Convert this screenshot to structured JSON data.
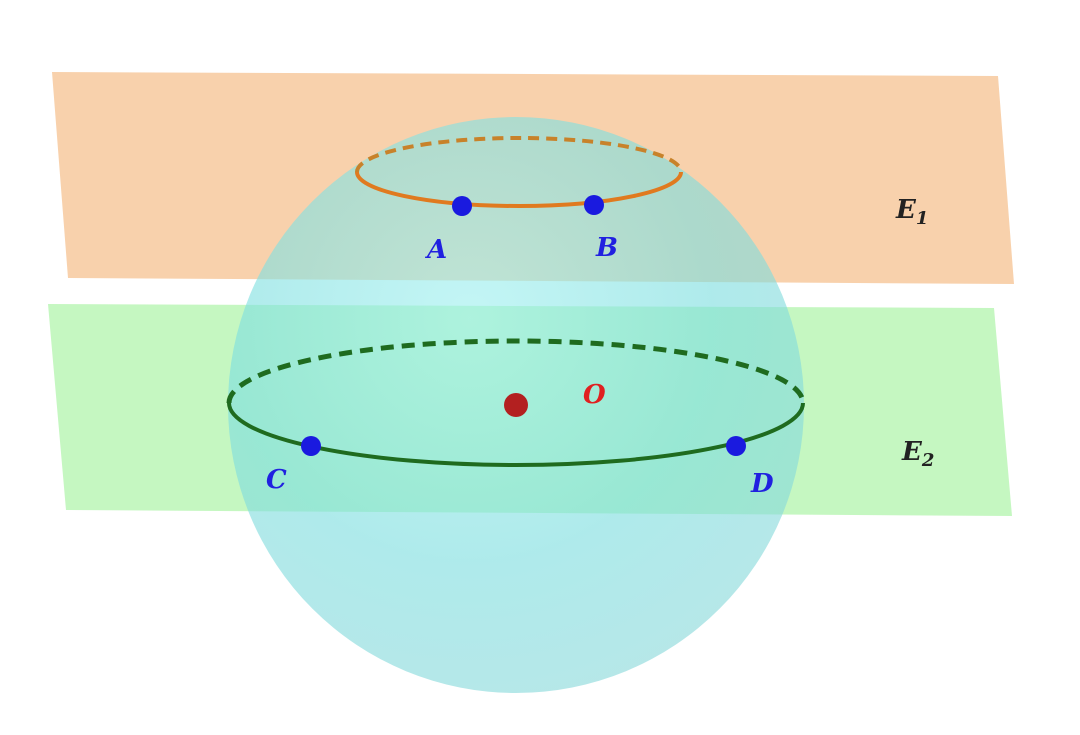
{
  "colors": {
    "plane_E1": "#f7c99e",
    "plane_E2": "#a6f2a0",
    "sphere": "#73d9dc",
    "circle_top": "#e07a1f",
    "circle_mid": "#1f6b1f",
    "point_blue": "#1a1adf",
    "center_red": "#b32020",
    "label_blue": "#2020e0",
    "label_red": "#e02020",
    "label_black": "#222222"
  },
  "planes": [
    {
      "id": "E1",
      "label_main": "E",
      "label_sub": "1"
    },
    {
      "id": "E2",
      "label_main": "E",
      "label_sub": "2"
    }
  ],
  "points": [
    {
      "id": "A",
      "label": "A"
    },
    {
      "id": "B",
      "label": "B"
    },
    {
      "id": "C",
      "label": "C"
    },
    {
      "id": "D",
      "label": "D"
    }
  ],
  "center": {
    "label": "O"
  }
}
